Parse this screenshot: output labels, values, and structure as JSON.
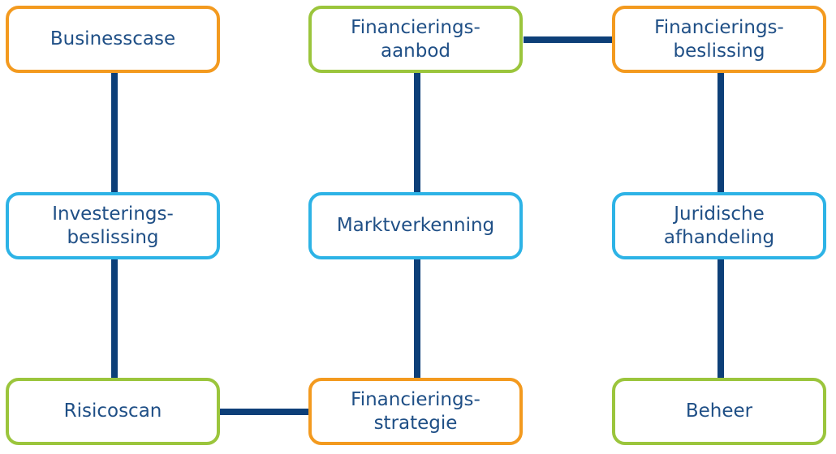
{
  "nodes": {
    "businesscase": "Businesscase",
    "investeringsbeslissing": "Investerings-\nbeslissing",
    "risicoscan": "Risicoscan",
    "financieringsaanbod": "Financierings-\naanbod",
    "marktverkenning": "Marktverkenning",
    "financieringsstrategie": "Financierings-\nstrategie",
    "financieringsbeslissing": "Financierings-\nbeslissing",
    "juridische_afhandeling": "Juridische\nafhandeling",
    "beheer": "Beheer"
  },
  "colors": {
    "orange": "#f39a1f",
    "green": "#9bc53c",
    "blue": "#2db3e6",
    "connector": "#0d3f78",
    "text": "#1f4f86"
  }
}
